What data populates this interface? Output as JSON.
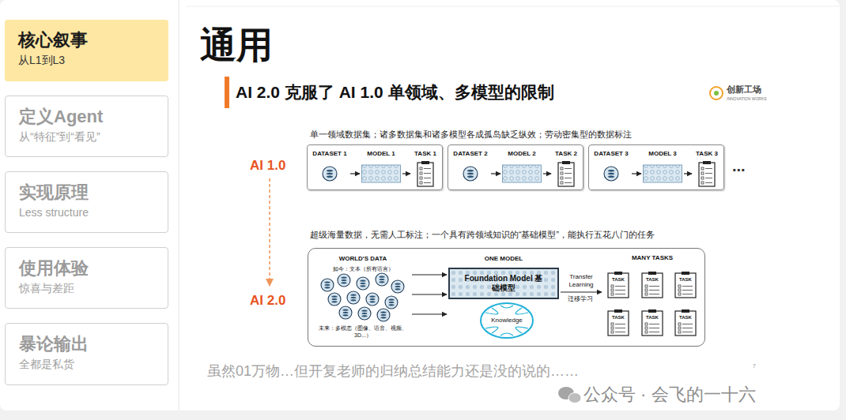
{
  "diagram": {
    "title": "通用",
    "nodes": [
      {
        "text": [
          "核心叙事",
          "从L1到L3"
        ]
      },
      {
        "text": [
          "定义Agent",
          "从“特征”到“看见”"
        ]
      },
      {
        "text": [
          "实现原理",
          "Less structure"
        ]
      },
      {
        "text": [
          "使用体验",
          "惊喜与差距"
        ]
      },
      {
        "text": [
          "暴论输出",
          "全都是私货"
        ]
      },
      {
        "text": []
      },
      {
        "text": [
          "DATASET 1"
        ],
        "in": 5
      },
      {
        "text": [
          "MODEL 1"
        ],
        "in": 5
      },
      {
        "text": [
          "TASK 1"
        ],
        "in": 5
      },
      {
        "text": []
      },
      {
        "text": [
          "DATASET 2"
        ],
        "in": 9
      },
      {
        "text": [
          "MODEL 2"
        ],
        "in": 9
      },
      {
        "text": [
          "TASK 2"
        ],
        "in": 9
      },
      {
        "text": []
      },
      {
        "text": [
          "DATASET 3"
        ],
        "in": 13
      },
      {
        "text": [
          "MODEL 3"
        ],
        "in": 13
      },
      {
        "text": [
          "TASK 3"
        ],
        "in": 13
      },
      {
        "text": []
      },
      {
        "text": [
          "WORLD'S DATA",
          "如今：文本（所有语言）",
          "未来：多模态（图像、语音、视频、3D...）"
        ],
        "in": 17
      },
      {
        "text": [
          "ONE MODEL",
          "Foundation Model 基础模型"
        ],
        "in": 17
      },
      {
        "text": [
          "Knowledge"
        ],
        "in": 17
      },
      {
        "text": [
          "MANY TASKS"
        ],
        "in": 17
      },
      {
        "text": [
          "TASK"
        ],
        "in": 21
      },
      {
        "text": [
          "TASK"
        ],
        "in": 21
      },
      {
        "text": [
          "TASK"
        ],
        "in": 21
      },
      {
        "text": [
          "TASK"
        ],
        "in": 21
      },
      {
        "text": [
          "TASK"
        ],
        "in": 21
      },
      {
        "text": [
          "TASK"
        ],
        "in": 21
      }
    ],
    "edges": [
      {
        "from": 6,
        "to": 7,
        "arrow": "to"
      },
      {
        "from": 7,
        "to": 8,
        "arrow": "to"
      },
      {
        "from": 10,
        "to": 11,
        "arrow": "to"
      },
      {
        "from": 11,
        "to": 12,
        "arrow": "to"
      },
      {
        "from": 14,
        "to": 15,
        "arrow": "to"
      },
      {
        "from": 15,
        "to": 16,
        "arrow": "to"
      },
      {
        "from": 18,
        "to": 19,
        "arrow": "to"
      },
      {
        "from": 18,
        "to": 19,
        "arrow": "to"
      },
      {
        "from": 18,
        "to": 19,
        "arrow": "to"
      },
      {
        "from": 19,
        "to": 21,
        "label": "Transfer Learning",
        "arrow": "to"
      }
    ],
    "labels": [
      "AI 2.0 克服了 AI 1.0 单领域、多模型的限制",
      "创新工场",
      "INNOVATION WORKS",
      "AI 1.0",
      "单一领域数据集；诸多数据集和诸多模型各成孤岛缺乏纵效；劳动密集型的数据标注",
      "...",
      "AI 2.0",
      "超级海量数据，无需人工标注；一个具有跨领域知识的“基础模型”，能执行五花八门的任务",
      "迁移学习",
      "7",
      "虽然01万物…但开复老师的归纳总结能力还是没的说的……",
      "公众号 · 会飞的一十六"
    ]
  }
}
